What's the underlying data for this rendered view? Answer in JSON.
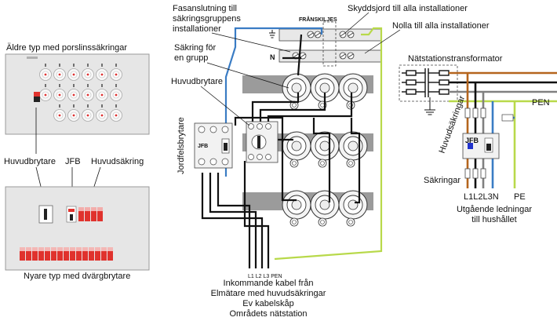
{
  "left_panel": {
    "old_title": "Äldre typ med porslinssäkringar",
    "label_huvudbrytare": "Huvudbrytare",
    "label_jfb": "JFB",
    "label_huvudsakring": "Huvudsäkring",
    "new_title": "Nyare typ med dvärgbrytare"
  },
  "center": {
    "fasanslutning": [
      "Fasanslutning till",
      "säkringsgruppens",
      "installationer"
    ],
    "franskiljes": "FRÅNSKILJES",
    "skyddsjord": "Skyddsjord till alla installationer",
    "nolla": "Nolla till alla installationer",
    "n_label": "N",
    "sakring_grupp": [
      "Säkring för",
      "en grupp"
    ],
    "huvudbrytare": "Huvudbrytare",
    "jordfelsbrytare": "Jordfelsbrytare",
    "jfb_small": "JFB",
    "cable_labels": "L1 L2 L3 PEN",
    "incoming": [
      "Inkommande kabel från",
      "Elmätare med huvudsäkringar",
      "Ev kabelskåp",
      "Områdets nätstation"
    ]
  },
  "right": {
    "transformer": "Nätstationstransformator",
    "pen": "PEN",
    "huvudsakringar": "Huvudsäkringar",
    "jfb": "JFB",
    "sakringar": "Säkringar",
    "phase_labels": "L1L2L3N",
    "pe": "PE",
    "outgoing": [
      "Utgående ledningar",
      "till hushållet"
    ]
  },
  "colors": {
    "brown": "#b5651d",
    "blue": "#3a7cc4",
    "yellow_green": "#b8d94a",
    "gray": "#808080",
    "panel": "#e6e6e6",
    "red": "#e0322d"
  }
}
